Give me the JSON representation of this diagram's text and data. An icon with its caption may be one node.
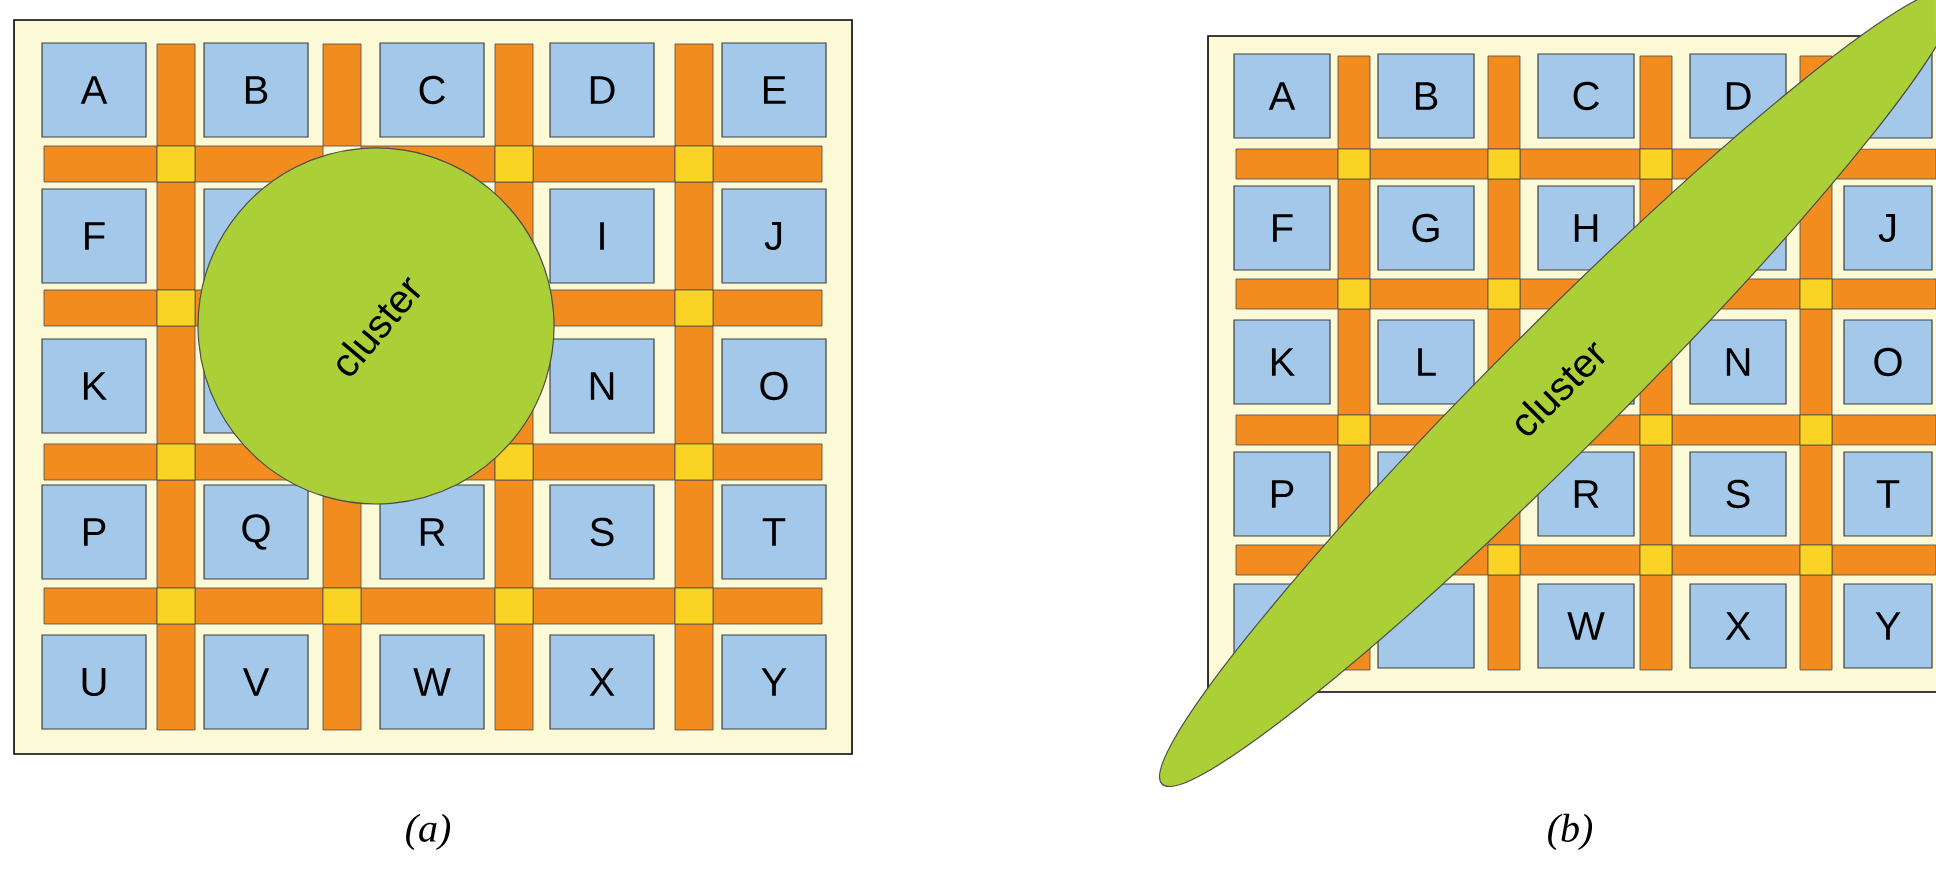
{
  "diagram": {
    "nodes": [
      {
        "text": [
          "A"
        ]
      },
      {
        "text": [
          "B"
        ]
      },
      {
        "text": [
          "C"
        ]
      },
      {
        "text": [
          "D"
        ]
      },
      {
        "text": [
          "E"
        ]
      },
      {
        "text": [
          "F"
        ]
      },
      {
        "text": [
          "I"
        ]
      },
      {
        "text": [
          "J"
        ]
      },
      {
        "text": [
          "K"
        ]
      },
      {
        "text": [
          "N"
        ]
      },
      {
        "text": [
          "O"
        ]
      },
      {
        "text": [
          "P"
        ]
      },
      {
        "text": [
          "Q"
        ]
      },
      {
        "text": [
          "R"
        ]
      },
      {
        "text": [
          "S"
        ]
      },
      {
        "text": [
          "T"
        ]
      },
      {
        "text": [
          "U"
        ]
      },
      {
        "text": [
          "V"
        ]
      },
      {
        "text": [
          "W"
        ]
      },
      {
        "text": [
          "X"
        ]
      },
      {
        "text": [
          "Y"
        ]
      },
      {
        "text": [
          "cluster"
        ]
      },
      {
        "text": [
          "A"
        ]
      },
      {
        "text": [
          "B"
        ]
      },
      {
        "text": [
          "C"
        ]
      },
      {
        "text": [
          "D"
        ]
      },
      {
        "text": [
          "F"
        ]
      },
      {
        "text": [
          "G"
        ]
      },
      {
        "text": [
          "H"
        ]
      },
      {
        "text": [
          "J"
        ]
      },
      {
        "text": [
          "K"
        ]
      },
      {
        "text": [
          "L"
        ]
      },
      {
        "text": [
          "N"
        ]
      },
      {
        "text": [
          "O"
        ]
      },
      {
        "text": [
          "P"
        ]
      },
      {
        "text": [
          "R"
        ]
      },
      {
        "text": [
          "S"
        ]
      },
      {
        "text": [
          "T"
        ]
      },
      {
        "text": [
          "W"
        ]
      },
      {
        "text": [
          "X"
        ]
      },
      {
        "text": [
          "Y"
        ]
      },
      {
        "text": [
          "cluster"
        ]
      }
    ],
    "labels": [
      "(a)",
      "(b)"
    ]
  }
}
